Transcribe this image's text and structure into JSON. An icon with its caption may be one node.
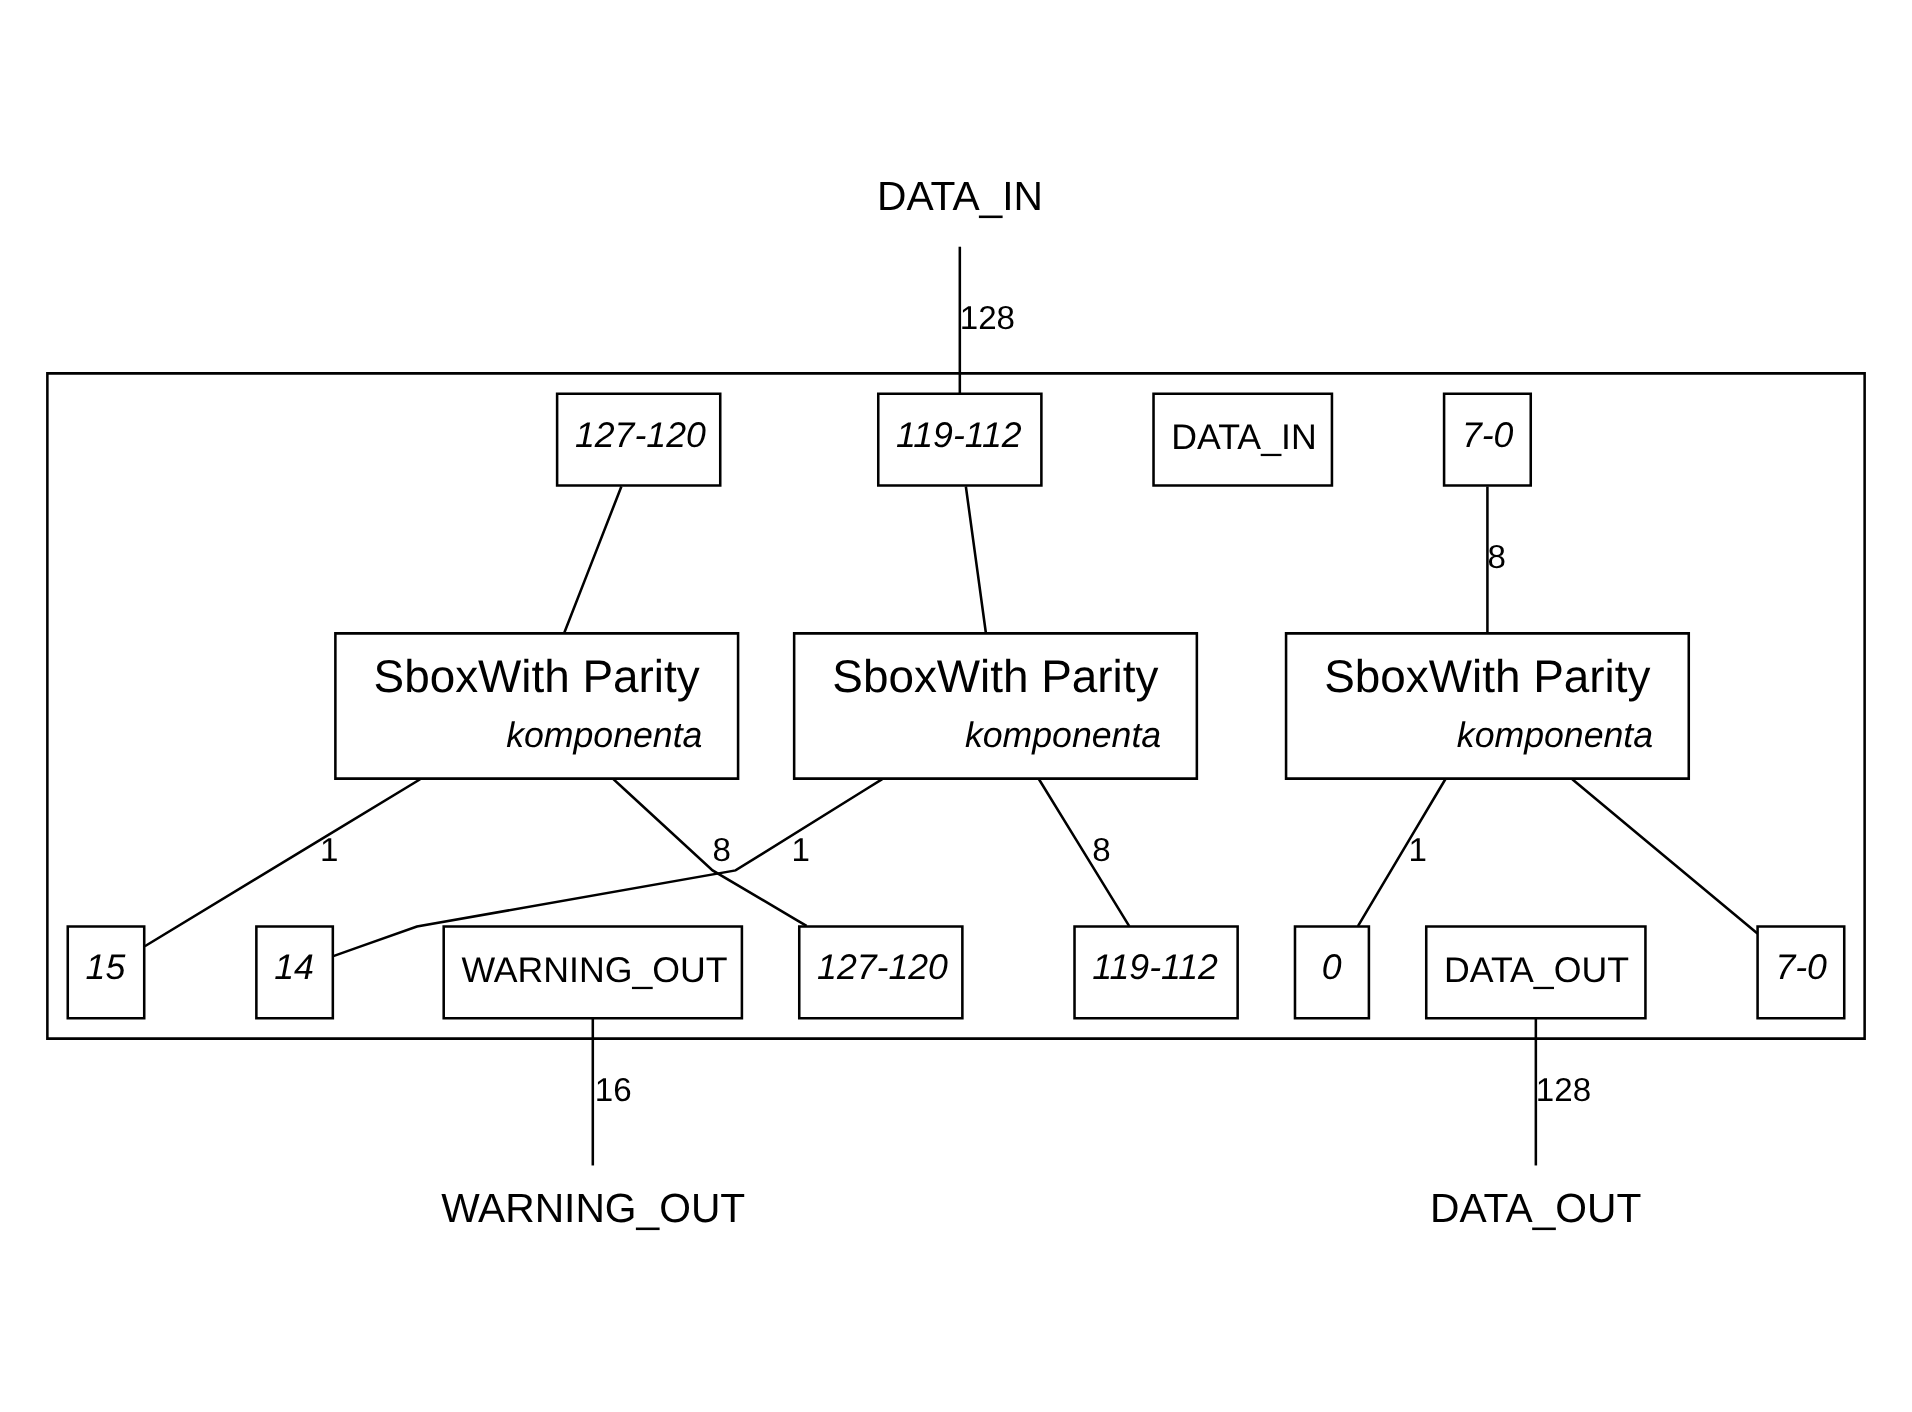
{
  "diagram": {
    "nodes": [
      {
        "text": [],
        "shape": "box"
      },
      {
        "text": [
          "DATA_IN"
        ]
      },
      {
        "text": [
          "127-120"
        ],
        "in": 0
      },
      {
        "text": [
          "119-112"
        ],
        "in": 0
      },
      {
        "text": [
          "DATA_IN"
        ],
        "in": 0
      },
      {
        "text": [
          "7-0"
        ],
        "in": 0
      },
      {
        "text": [
          "SboxWith Parity",
          "komponenta"
        ],
        "in": 0
      },
      {
        "text": [
          "SboxWith Parity",
          "komponenta"
        ],
        "in": 0
      },
      {
        "text": [
          "SboxWith Parity",
          "komponenta"
        ],
        "in": 0
      },
      {
        "text": [
          "15"
        ],
        "in": 0
      },
      {
        "text": [
          "14"
        ],
        "in": 0
      },
      {
        "text": [
          "WARNING_OUT"
        ],
        "in": 0
      },
      {
        "text": [
          "0"
        ],
        "in": 0
      },
      {
        "text": [
          "127-120"
        ],
        "in": 0
      },
      {
        "text": [
          "119-112"
        ],
        "in": 0
      },
      {
        "text": [
          "DATA_OUT"
        ],
        "in": 0
      },
      {
        "text": [
          "7-0"
        ],
        "in": 0
      },
      {
        "text": [
          "DATA_OUT"
        ]
      },
      {
        "text": [
          "WARNING_OUT"
        ]
      }
    ],
    "edges": [
      {
        "from": 1,
        "to": 3,
        "arrow": "none",
        "label": "128"
      },
      {
        "from": 2,
        "to": 6,
        "arrow": "none"
      },
      {
        "from": 3,
        "to": 7,
        "arrow": "none"
      },
      {
        "from": 5,
        "to": 8,
        "arrow": "none",
        "label": "8"
      },
      {
        "from": 6,
        "to": 9,
        "arrow": "none",
        "label": "1"
      },
      {
        "from": 7,
        "to": 10,
        "arrow": "none",
        "label": "1"
      },
      {
        "from": 8,
        "to": 12,
        "arrow": "none",
        "label": "1"
      },
      {
        "from": 6,
        "to": 13,
        "arrow": "none",
        "label": "8"
      },
      {
        "from": 7,
        "to": 14,
        "arrow": "none",
        "label": "8"
      },
      {
        "from": 8,
        "to": 16,
        "arrow": "none"
      },
      {
        "from": 15,
        "to": 17,
        "arrow": "none",
        "label": "128"
      },
      {
        "from": 11,
        "to": 18,
        "arrow": "none",
        "label": "16"
      }
    ]
  }
}
